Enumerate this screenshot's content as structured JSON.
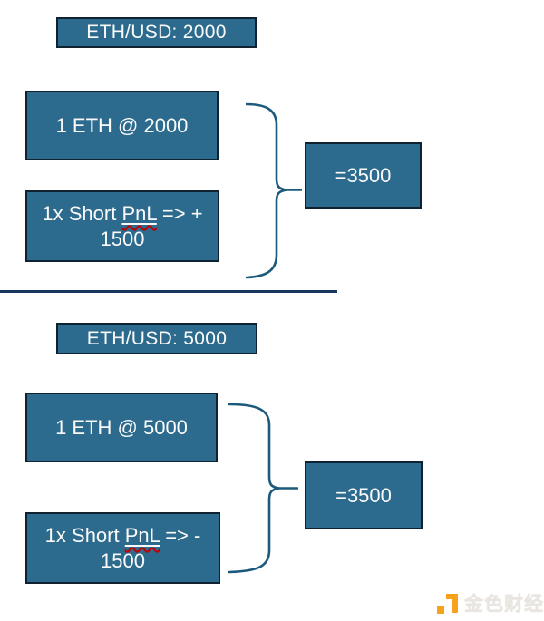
{
  "colors": {
    "box_fill": "#2C6B8D",
    "box_border": "#0F2231",
    "box_text": "#FAFAFA",
    "brace_stroke": "#1C5A7C",
    "divider": "#17375E",
    "spellcheck_red": "#C00000",
    "watermark_orange": "#F6A21D",
    "watermark_gray": "#E9E6E1"
  },
  "sections": [
    {
      "price_label": "ETH/USD: 2000",
      "spot_label": "1 ETH @ 2000",
      "short_prefix": "1x Short",
      "short_pnl": "PnL",
      "short_suffix": "=> +",
      "short_amount": "1500",
      "result_label": "=3500"
    },
    {
      "price_label": "ETH/USD: 5000",
      "spot_label": "1 ETH @ 5000",
      "short_prefix": "1x Short",
      "short_pnl": "PnL",
      "short_suffix": "=> -",
      "short_amount": "1500",
      "result_label": "=3500"
    }
  ],
  "watermark": {
    "text": "金色财经"
  }
}
